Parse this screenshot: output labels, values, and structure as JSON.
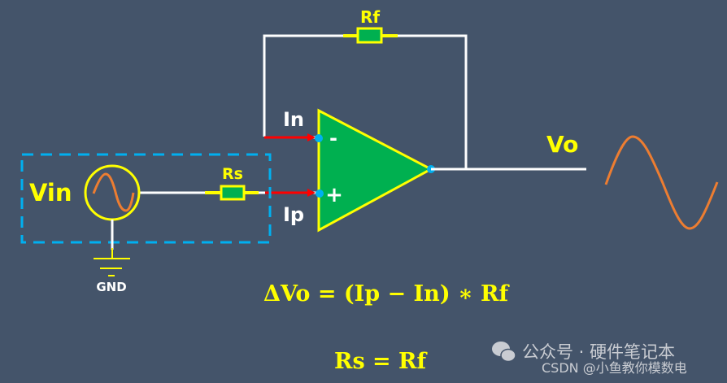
{
  "diagram": {
    "title": "Op-amp bias current compensation",
    "labels": {
      "rf": "Rf",
      "rs": "Rs",
      "vin": "Vin",
      "vo": "Vo",
      "in": "In",
      "ip": "Ip",
      "minus": "-",
      "plus": "+",
      "gnd": "GND"
    },
    "equations": {
      "delta_vo": "ΔVo = (Ip − In) ∗ Rf",
      "balance": "Rs = Rf"
    },
    "colors": {
      "background": "#44546a",
      "wire": "#ffffff",
      "label": "#ffff00",
      "opamp_fill": "#00b050",
      "opamp_stroke": "#ffff00",
      "node": "#00b0f0",
      "current_arrow": "#ff0000",
      "sine": "#ed7d31",
      "source_box": "#00b0f0"
    }
  },
  "watermark": {
    "wechat": "公众号 · 硬件笔记本",
    "csdn": "CSDN @小鱼教你模数电"
  }
}
